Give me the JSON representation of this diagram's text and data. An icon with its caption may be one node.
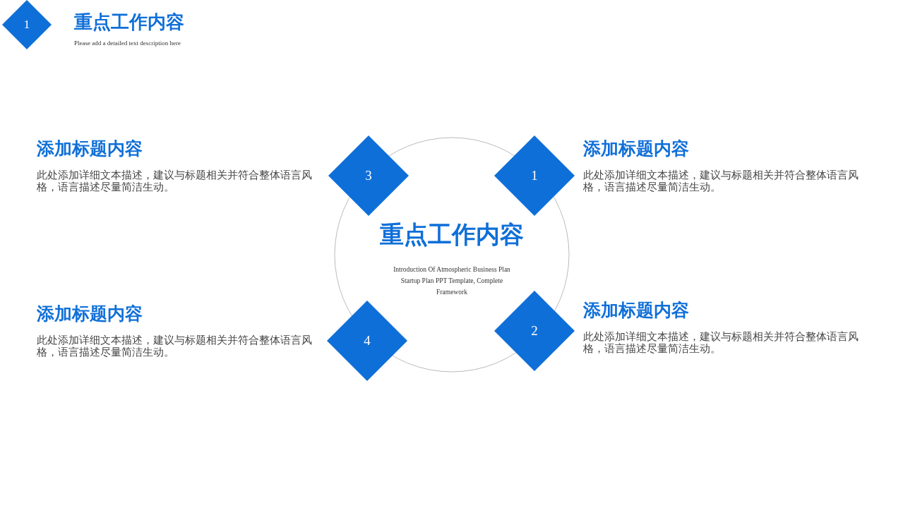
{
  "diagram": {
    "title": "重点工作内容",
    "nodes": [
      {
        "text": [
          "1"
        ]
      },
      {
        "text": [
          "重点工作内容",
          "Introduction Of Atmospheric Business Plan Startup Plan PPT Template, Complete Framework"
        ]
      },
      {
        "text": [
          "3"
        ]
      },
      {
        "text": [
          "1"
        ]
      },
      {
        "text": [
          "4"
        ]
      },
      {
        "text": [
          "2"
        ]
      }
    ],
    "labels": [
      "Please add a detailed text description here",
      "添加标题内容",
      "此处添加详细文本描述，建议与标题相关并符合整体语言风格，语言描述尽量简洁生动。",
      "添加标题内容",
      "此处添加详细文本描述，建议与标题相关并符合整体语言风格，语言描述尽量简洁生动。",
      "添加标题内容",
      "此处添加详细文本描述，建议与标题相关并符合整体语言风格，语言描述尽量简洁生动。",
      "添加标题内容",
      "此处添加详细文本描述，建议与标题相关并符合整体语言风格，语言描述尽量简洁生动。"
    ]
  }
}
